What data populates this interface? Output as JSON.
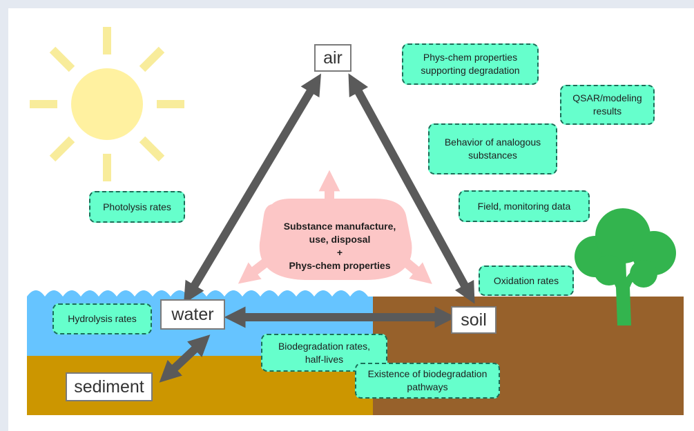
{
  "nodes": {
    "air": "air",
    "water": "water",
    "soil": "soil",
    "sediment": "sediment"
  },
  "center": {
    "text": "Substance manufacture,\nuse, disposal\n+\nPhys-chem properties"
  },
  "cards": {
    "phys_chem_degradation": "Phys-chem properties supporting degradation",
    "qsar_modeling": "QSAR/modeling results",
    "analogous_substances": "Behavior of analogous substances",
    "field_monitoring": "Field, monitoring data",
    "oxidation_rates": "Oxidation rates",
    "photolysis_rates": "Photolysis rates",
    "hydrolysis_rates": "Hydrolysis rates",
    "biodegradation_rates": "Biodegradation rates, half-lives",
    "biodegradation_pathways": "Existence of biodegradation pathways"
  },
  "colors": {
    "sky_sun": "#fff1a0",
    "sun_rays": "#f8ec9b",
    "water": "#66c4ff",
    "sediment": "#cc9600",
    "soil": "#97612b",
    "tree": "#33b44e",
    "arrow": "#5a5a5a",
    "center_blob": "#fcc6c6",
    "card_fill": "#66ffcc",
    "card_border": "#1a6f58"
  }
}
